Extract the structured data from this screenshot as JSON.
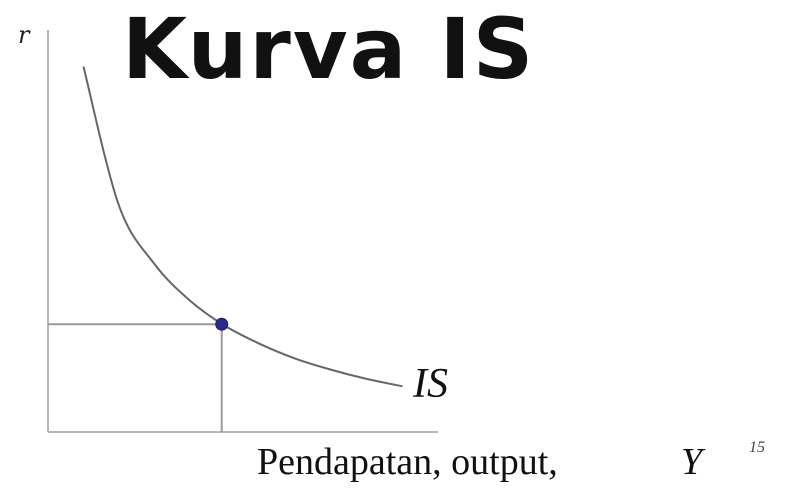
{
  "chart_data": {
    "type": "line",
    "title": "Kurva IS",
    "xlabel": "Pendapatan, output,",
    "xlabel_symbol": "Y",
    "ylabel": "r",
    "series": [
      {
        "name": "IS",
        "x": [
          1,
          2,
          3,
          4,
          5,
          6,
          7,
          8,
          9,
          10
        ],
        "y": [
          10,
          6.2,
          4.6,
          3.6,
          2.9,
          2.4,
          2.0,
          1.7,
          1.45,
          1.25
        ]
      }
    ],
    "highlight_point": {
      "x": 4.9,
      "y": 2.95
    },
    "xlim": [
      0,
      11
    ],
    "ylim": [
      0,
      11
    ],
    "grid": false,
    "legend": "none",
    "page_number": "15"
  }
}
